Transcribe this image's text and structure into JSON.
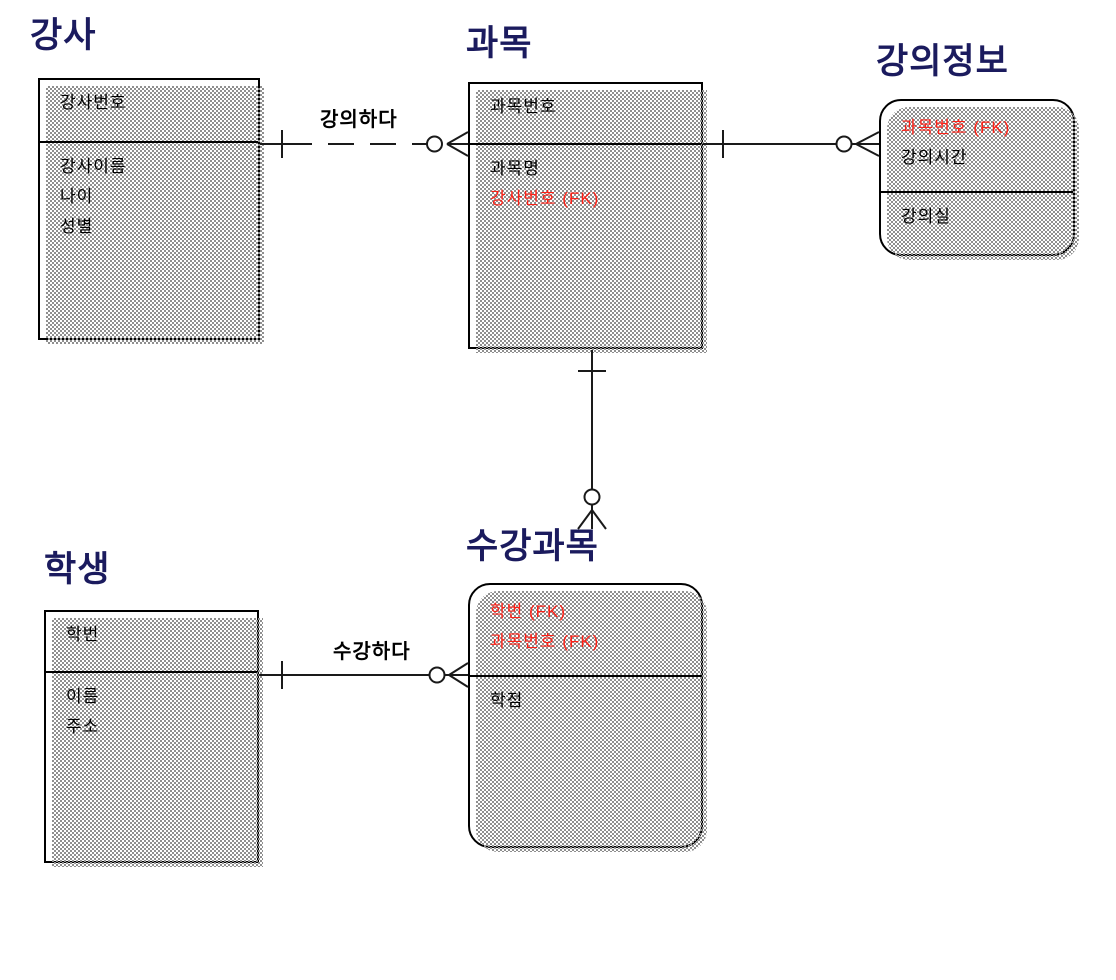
{
  "diagram": {
    "title_note": "IDEF1X entity-relationship diagram (ERwin style)",
    "colors": {
      "title": "#1b1b5e",
      "attribute": "#000000",
      "fk": "#ff2016",
      "line": "#1a1a1a",
      "shadow": "#8f8f8f",
      "paper": "#ffffff"
    },
    "entities": [
      {
        "name": "강사",
        "type": "independent",
        "key_rows": [
          {
            "text": "강사번호",
            "fk": false
          }
        ],
        "attr_rows": [
          {
            "text": "강사이름",
            "fk": false
          },
          {
            "text": "나이",
            "fk": false
          },
          {
            "text": "성별",
            "fk": false
          }
        ]
      },
      {
        "name": "과목",
        "type": "independent",
        "key_rows": [
          {
            "text": "과목번호",
            "fk": false
          }
        ],
        "attr_rows": [
          {
            "text": "과목명",
            "fk": false
          },
          {
            "text": "강사번호 (FK)",
            "fk": true
          }
        ]
      },
      {
        "name": "강의정보",
        "type": "dependent",
        "key_rows": [
          {
            "text": "과목번호 (FK)",
            "fk": true
          },
          {
            "text": "강의시간",
            "fk": false
          }
        ],
        "attr_rows": [
          {
            "text": "강의실",
            "fk": false
          }
        ]
      },
      {
        "name": "학생",
        "type": "independent",
        "key_rows": [
          {
            "text": "학번",
            "fk": false
          }
        ],
        "attr_rows": [
          {
            "text": "이름",
            "fk": false
          },
          {
            "text": "주소",
            "fk": false
          }
        ]
      },
      {
        "name": "수강과목",
        "type": "dependent",
        "key_rows": [
          {
            "text": "학번 (FK)",
            "fk": true
          },
          {
            "text": "과목번호 (FK)",
            "fk": true
          }
        ],
        "attr_rows": [
          {
            "text": "학점",
            "fk": false
          }
        ]
      }
    ],
    "relationships": [
      {
        "label": "강의하다",
        "from": "강사",
        "to": "과목",
        "line": "dashed",
        "cardinality_from": "one",
        "cardinality_to": "zero-or-many"
      },
      {
        "label": "",
        "from": "과목",
        "to": "강의정보",
        "line": "solid",
        "cardinality_from": "one",
        "cardinality_to": "zero-or-many"
      },
      {
        "label": "",
        "from": "과목",
        "to": "수강과목",
        "line": "solid",
        "cardinality_from": "one",
        "cardinality_to": "zero-or-many"
      },
      {
        "label": "수강하다",
        "from": "학생",
        "to": "수강과목",
        "line": "solid",
        "cardinality_from": "one",
        "cardinality_to": "zero-or-many"
      }
    ]
  }
}
